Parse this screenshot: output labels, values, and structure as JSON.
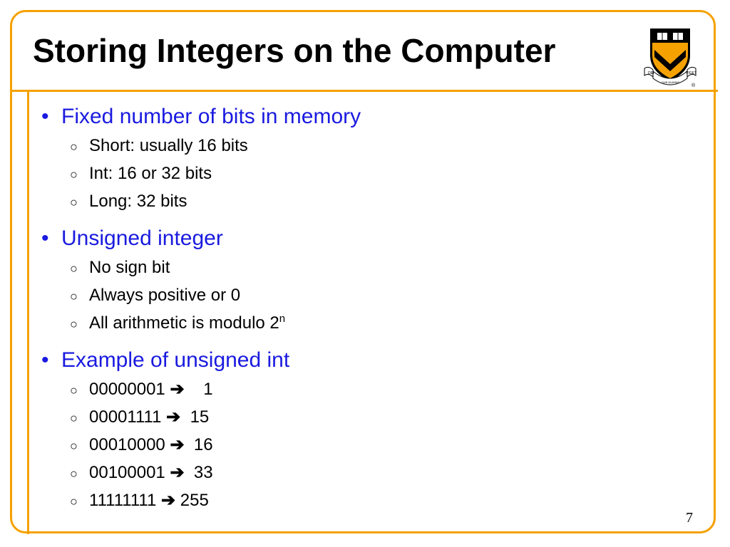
{
  "slide": {
    "title": "Storing Integers on the Computer",
    "page_number": "7",
    "logo": {
      "banner_left": "DEI",
      "banner_center": "SUB NUMINE",
      "banner_right": "VIGET",
      "registered_mark": "®"
    }
  },
  "colors": {
    "accent": "#f5a100",
    "heading": "#1a1ae0",
    "text": "#000000"
  },
  "bullets": [
    {
      "text": "Fixed number of bits in memory",
      "sub": [
        {
          "text": "Short: usually 16 bits"
        },
        {
          "text": "Int: 16 or 32 bits"
        },
        {
          "text": "Long: 32 bits"
        }
      ]
    },
    {
      "text": "Unsigned integer",
      "sub": [
        {
          "text": "No sign bit"
        },
        {
          "text": "Always positive or 0"
        },
        {
          "text": "All arithmetic is modulo 2",
          "sup": "n"
        }
      ]
    },
    {
      "text": "Example of unsigned int",
      "sub": [
        {
          "binary": "00000001",
          "decimal": "1"
        },
        {
          "binary": "00001111",
          "decimal": "15"
        },
        {
          "binary": "00010000",
          "decimal": "16"
        },
        {
          "binary": "00100001",
          "decimal": "33"
        },
        {
          "binary": "11111111",
          "decimal": "255"
        }
      ]
    }
  ],
  "glyphs": {
    "level1_bullet": "•",
    "level2_bullet": "○",
    "arrow": "➔"
  }
}
